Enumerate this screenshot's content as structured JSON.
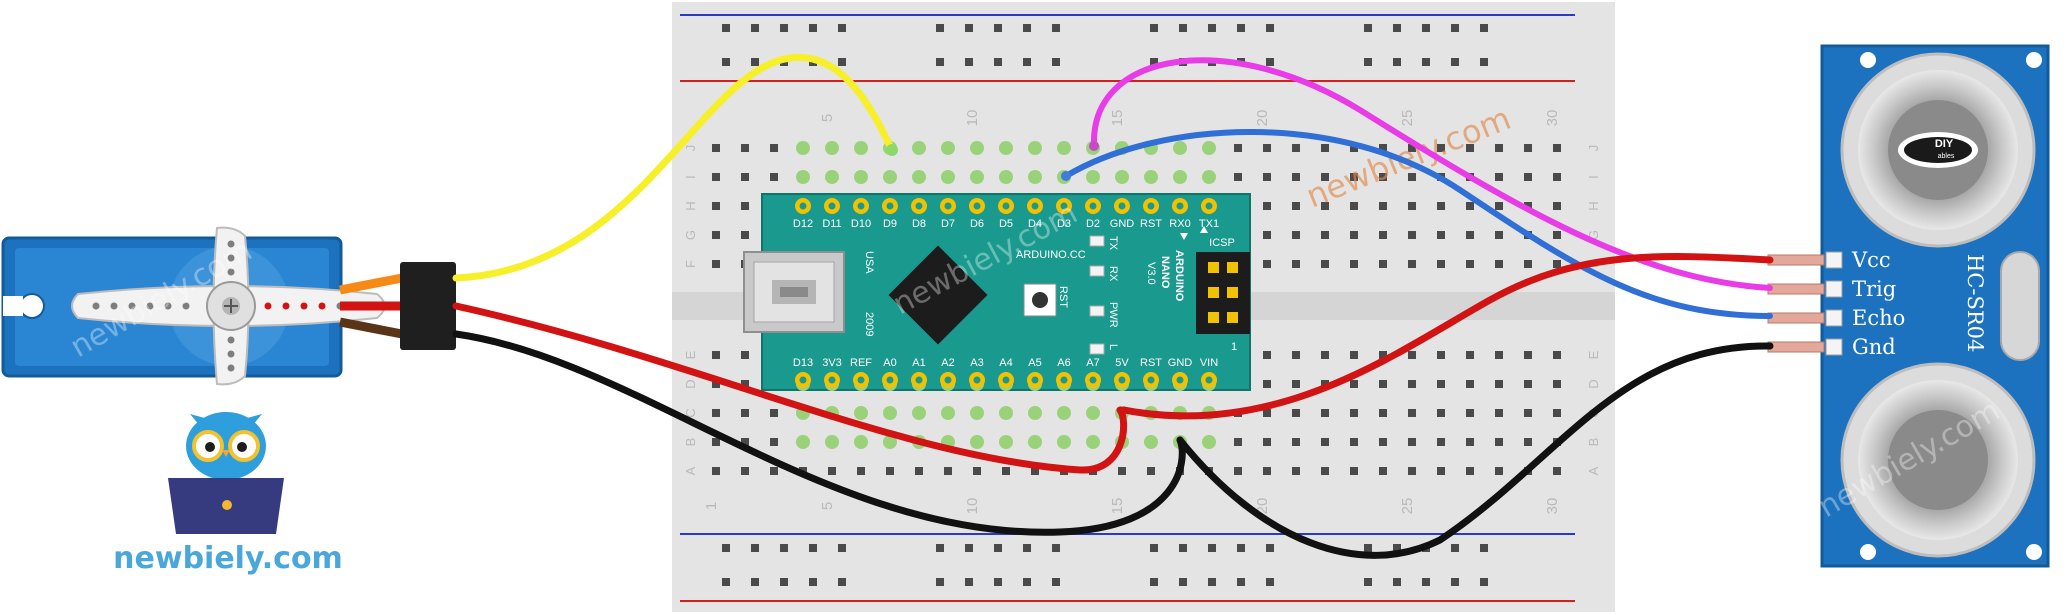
{
  "diagram": {
    "breadboard": {
      "top_numbers": [
        "5",
        "10",
        "15",
        "20",
        "25",
        "30"
      ],
      "bottom_numbers": [
        "1",
        "5",
        "10",
        "15",
        "20",
        "25",
        "30"
      ],
      "top_rows": [
        "J",
        "I",
        "H",
        "G",
        "F"
      ],
      "bottom_rows": [
        "E",
        "D",
        "C",
        "B",
        "A"
      ]
    },
    "arduino": {
      "top_pins": [
        "D12",
        "D11",
        "D10",
        "D9",
        "D8",
        "D7",
        "D6",
        "D5",
        "D4",
        "D3",
        "D2",
        "GND",
        "RST",
        "RX0",
        "TX1"
      ],
      "bottom_pins": [
        "D13",
        "3V3",
        "REF",
        "A0",
        "A1",
        "A2",
        "A3",
        "A4",
        "A5",
        "A6",
        "A7",
        "5V",
        "RST",
        "GND",
        "VIN"
      ],
      "usa_label": "USA",
      "year_label": "2009",
      "brand": "ARDUINO.CC",
      "model_line1": "ARDUINO",
      "model_line2": "NANO",
      "model_line3": "V3.0",
      "icsp": "ICSP",
      "icsp_pin": "1",
      "rst_button": "RST",
      "led_labels": [
        "TX",
        "RX",
        "PWR",
        "L"
      ]
    },
    "sensor": {
      "model": "HC-SR04",
      "pins": [
        "Vcc",
        "Trig",
        "Echo",
        "Gnd"
      ],
      "logo_text": "DIY",
      "logo_sub": "ables"
    },
    "watermarks": {
      "brand": "newbiely.com",
      "servo_ghost": "newbiely.com",
      "board_diag": "newbiely.com",
      "nano_ghost": "newbiely.com",
      "sensor_ghost": "newbiely.com"
    },
    "wire_colors": {
      "yellow": "#f7ef2a",
      "magenta": "#e83de6",
      "blue": "#2f6fd6",
      "red": "#d11313",
      "black": "#111111"
    }
  }
}
